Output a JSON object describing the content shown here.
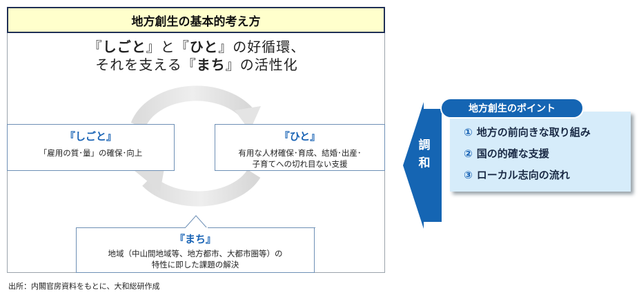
{
  "title": "地方創生の基本的考え方",
  "headline": {
    "line1": [
      "『",
      "しごと",
      "』と『",
      "ひと",
      "』の好循環、"
    ],
    "line2": [
      "それを支える『",
      "まち",
      "』の活性化"
    ]
  },
  "nodes": {
    "shigoto": {
      "title": "『しごと』",
      "desc": "「雇用の質･量」の確保･向上"
    },
    "hito": {
      "title": "『ひと』",
      "desc1": "有用な人材確保･育成、結婚･出産･",
      "desc2": "子育てへの切れ目ない支援"
    },
    "machi": {
      "title": "『まち』",
      "desc1": "地域（中山間地域等、地方都市、大都市圏等）の",
      "desc2": "特性に即した課題の解決"
    }
  },
  "harmony": {
    "c1": "調",
    "c2": "和"
  },
  "points_title": "地方創生のポイント",
  "points": [
    {
      "num": "①",
      "text": "地方の前向きな取り組み"
    },
    {
      "num": "②",
      "text": "国の的確な支援"
    },
    {
      "num": "③",
      "text": "ローカル志向の流れ"
    }
  ],
  "source": "出所：内閣官房資料をもとに、大和総研作成",
  "colors": {
    "accent": "#1a64b5",
    "title_bg": "#ffffcc",
    "panel_bg": "#d6ecfa",
    "arrow": "#1565b3"
  }
}
